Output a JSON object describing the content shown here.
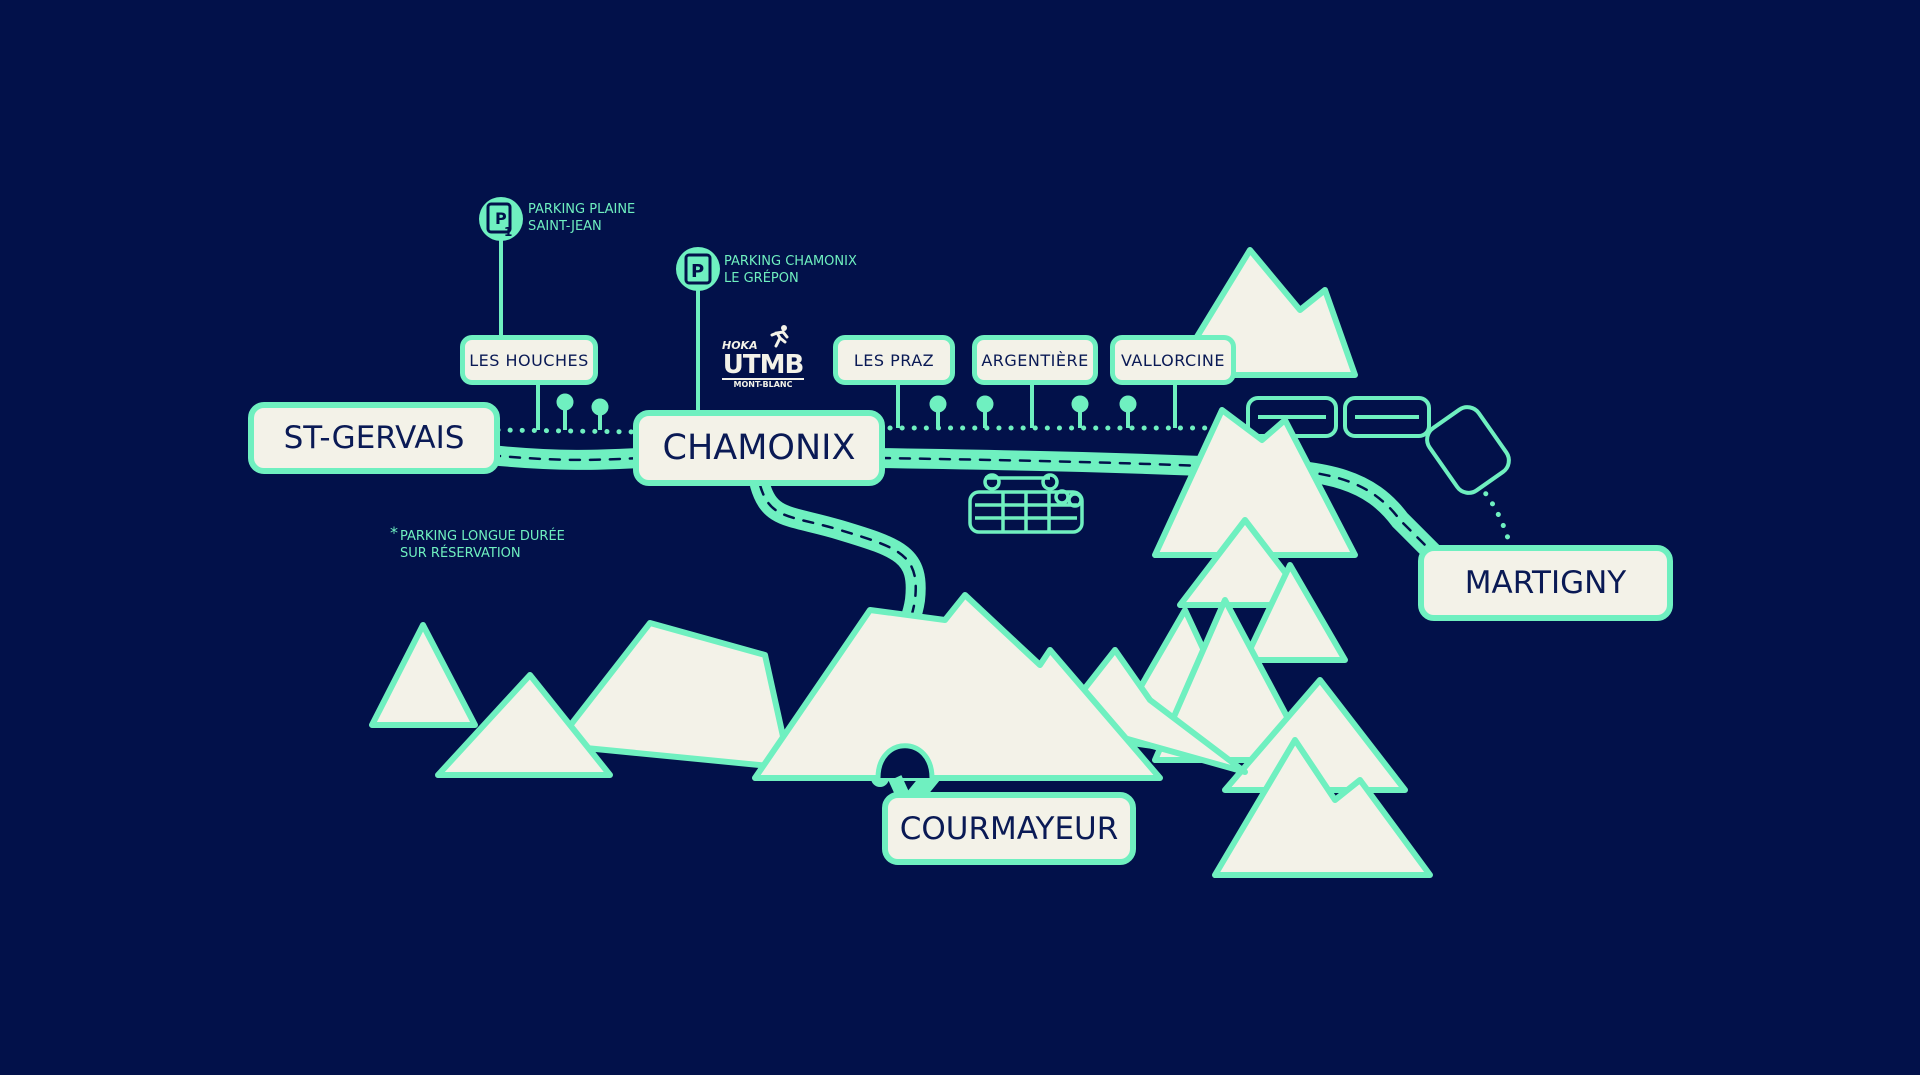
{
  "colors": {
    "background": "#02114a",
    "accent": "#6ff0c0",
    "fill": "#f3f2e8",
    "text": "#0a1a55"
  },
  "towns": {
    "st_gervais": "ST-GERVAIS",
    "chamonix": "CHAMONIX",
    "martigny": "MARTIGNY",
    "courmayeur": "COURMAYEUR"
  },
  "stops": {
    "les_houches": "LES HOUCHES",
    "les_praz": "LES PRAZ",
    "argentiere": "ARGENTIÈRE",
    "vallorcine": "VALLORCINE"
  },
  "parkings": {
    "p1_letter": "P",
    "p1_number": "1",
    "p1_line1": "PARKING PLAINE",
    "p1_line2": "SAINT-JEAN",
    "p2_letter": "P",
    "p2_line1": "PARKING CHAMONIX",
    "p2_line2": "LE GRÉPON"
  },
  "note": {
    "star": "*",
    "line1": "PARKING LONGUE DURÉE",
    "line2": "SUR RÉSERVATION"
  },
  "logo": {
    "brand": "HOKA",
    "name": "UTMB",
    "sub": "MONT-BLANC"
  },
  "icons": [
    "parking-icon",
    "bus-stop-icon",
    "cable-car-icon",
    "train-icon",
    "runner-icon",
    "mountain-icon"
  ]
}
